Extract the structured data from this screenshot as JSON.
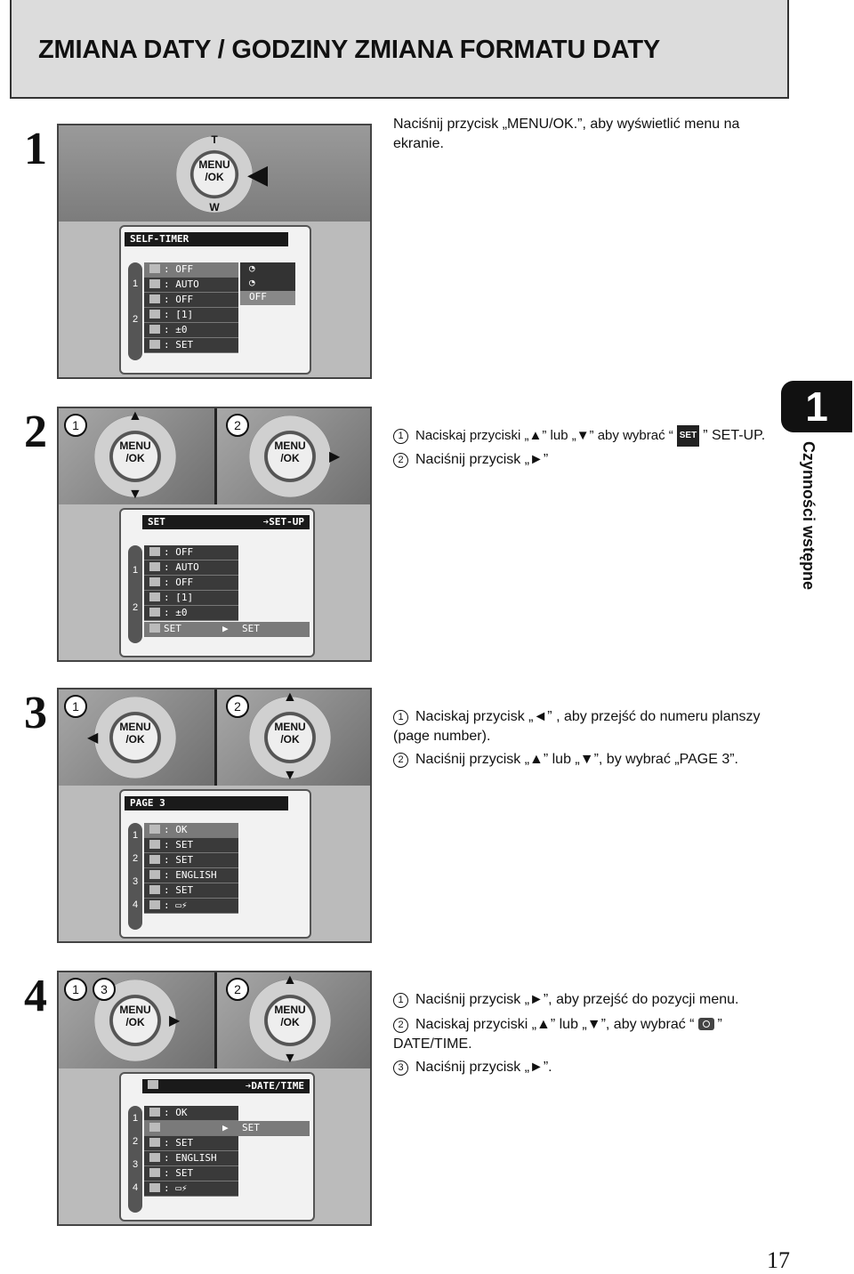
{
  "header": {
    "title": "ZMIANA DATY / GODZINY ZMIANA FORMATU DATY"
  },
  "side_tab": {
    "number": "1",
    "label": "Czynności wstępne"
  },
  "page_number": "17",
  "camera": {
    "dial_line1": "MENU",
    "dial_line2": "/OK",
    "top_mark": "T",
    "bottom_mark": "W"
  },
  "steps": [
    {
      "number": "1",
      "instructions": [
        "Naciśnij przycisk „MENU/OK.”, aby wyświetlić menu na ekranie."
      ],
      "screen": {
        "title": "SELF-TIMER",
        "tabs": [
          "1",
          "2"
        ],
        "rows": [
          ": OFF",
          ": AUTO",
          ": OFF",
          ": [1]",
          ": ±0",
          ": SET"
        ],
        "submenu": [
          "◔",
          "◔",
          "OFF"
        ]
      }
    },
    {
      "number": "2",
      "circles": [
        "1",
        "2"
      ],
      "instructions": [
        "Naciskaj przyciski „▲” lub „▼” aby wybrać “",
        "” SET-UP.",
        "Naciśnij przycisk „►”"
      ],
      "icon_label": "SET",
      "screen": {
        "title": "SET",
        "title_right": "➔SET-UP",
        "tabs": [
          "1",
          "2"
        ],
        "rows": [
          ": OFF",
          ": AUTO",
          ": OFF",
          ": [1]",
          ": ±0",
          "SET"
        ],
        "selected_right": "SET"
      }
    },
    {
      "number": "3",
      "circles": [
        "1",
        "2"
      ],
      "instructions": [
        "Naciskaj przycisk „◄” , aby przejść do numeru planszy (page number).",
        "Naciśnij przycisk „▲” lub „▼”, by wybrać „PAGE 3”."
      ],
      "screen": {
        "title": "PAGE 3",
        "tabs": [
          "1",
          "2",
          "3",
          "4"
        ],
        "rows": [
          ": OK",
          ": SET",
          ": SET",
          ": ENGLISH",
          ": SET",
          ": ▭⚡"
        ]
      }
    },
    {
      "number": "4",
      "circles": [
        "1",
        "3",
        "2"
      ],
      "instructions": [
        "Naciśnij przycisk „►”, aby przejść do pozycji menu.",
        "Naciskaj przyciski „▲” lub „▼”, aby wybrać “",
        "” DATE/TIME.",
        "Naciśnij przycisk „►”."
      ],
      "screen": {
        "title": "",
        "title_right": "➔DATE/TIME",
        "tabs": [
          "1",
          "2",
          "3",
          "4"
        ],
        "rows": [
          ": OK",
          "",
          ": SET",
          ": ENGLISH",
          ": SET",
          ": ▭⚡"
        ],
        "selected_right": "SET"
      }
    }
  ]
}
